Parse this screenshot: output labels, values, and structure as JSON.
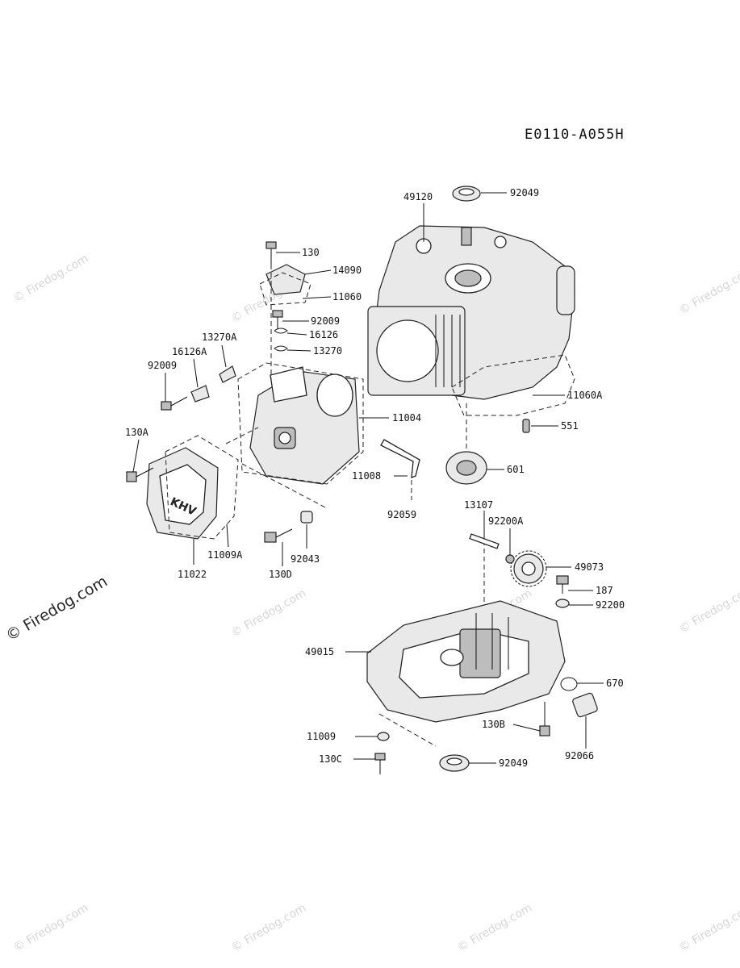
{
  "diagram_code": "E0110-A055H",
  "watermark_text": "© Firedog.com",
  "parts": {
    "p92049_top": "92049",
    "p49120": "49120",
    "p130": "130",
    "p14090": "14090",
    "p11060": "11060",
    "p92009_a": "92009",
    "p16126": "16126",
    "p13270": "13270",
    "p13270A": "13270A",
    "p16126A": "16126A",
    "p92009_b": "92009",
    "p11060A": "11060A",
    "p11004": "11004",
    "p551": "551",
    "p130A": "130A",
    "p601": "601",
    "p11008": "11008",
    "p92059": "92059",
    "p13107": "13107",
    "p92200A": "92200A",
    "p49073": "49073",
    "p11009A": "11009A",
    "p92043": "92043",
    "p11022": "11022",
    "p130D": "130D",
    "p187": "187",
    "p92200": "92200",
    "p49015": "49015",
    "p670": "670",
    "p11009": "11009",
    "p130B": "130B",
    "p130C": "130C",
    "p92049_bot": "92049",
    "p92066": "92066"
  },
  "cover_stamp": "KHV"
}
